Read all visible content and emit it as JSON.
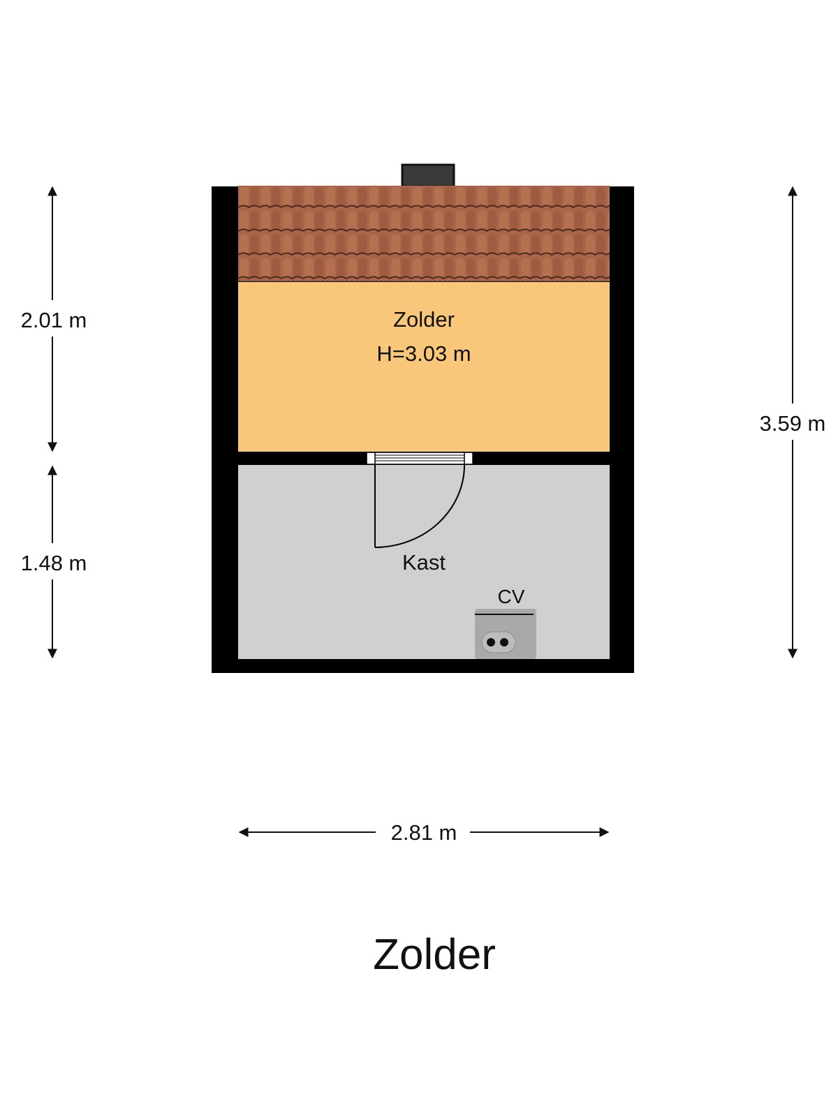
{
  "floor_title": "Zolder",
  "rooms": [
    {
      "name": "Zolder",
      "height_label": "H=3.03 m",
      "color": "#F8C77A"
    },
    {
      "name": "Kast",
      "color": "#D0D0D0"
    }
  ],
  "fixtures": {
    "boiler_label": "CV"
  },
  "dimensions": {
    "left_upper": "2.01 m",
    "left_lower": "1.48 m",
    "right_total": "3.59 m",
    "bottom_width": "2.81 m"
  },
  "colors": {
    "wall": "#000000",
    "roof_tile": "#A8654A",
    "background": "#FFFFFF"
  }
}
